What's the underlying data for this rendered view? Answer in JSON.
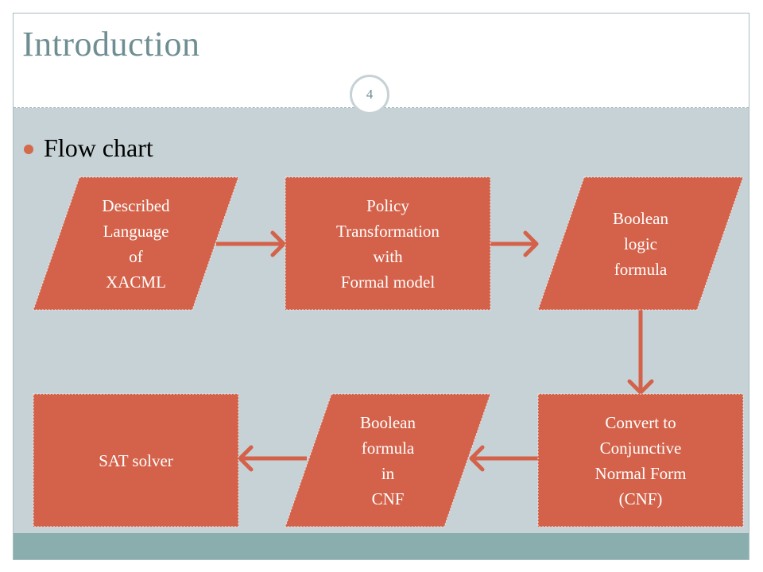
{
  "slide": {
    "title": "Introduction",
    "page_number": "4",
    "bullet": "Flow chart"
  },
  "colors": {
    "box_fill": "#d4624a",
    "arrow": "#d4624a",
    "content_bg": "#c6d2d6",
    "footer_band": "#8aaeae",
    "title_text": "#6e8e92"
  },
  "flowchart": {
    "nodes": [
      {
        "id": "described-language",
        "shape": "parallelogram",
        "label": "Described\nLanguage\nof\nXACML"
      },
      {
        "id": "policy-transformation",
        "shape": "rectangle",
        "label": "Policy\nTransformation\nwith\nFormal model"
      },
      {
        "id": "boolean-logic-formula",
        "shape": "parallelogram",
        "label": "Boolean\nlogic\nformula"
      },
      {
        "id": "convert-to-cnf",
        "shape": "rectangle",
        "label": "Convert  to\nConjunctive\nNormal Form\n(CNF)"
      },
      {
        "id": "boolean-formula-cnf",
        "shape": "parallelogram",
        "label": "Boolean\nformula\nin\nCNF"
      },
      {
        "id": "sat-solver",
        "shape": "rectangle",
        "label": "SAT solver"
      }
    ],
    "edges": [
      {
        "from": "described-language",
        "to": "policy-transformation"
      },
      {
        "from": "policy-transformation",
        "to": "boolean-logic-formula"
      },
      {
        "from": "boolean-logic-formula",
        "to": "convert-to-cnf"
      },
      {
        "from": "convert-to-cnf",
        "to": "boolean-formula-cnf"
      },
      {
        "from": "boolean-formula-cnf",
        "to": "sat-solver"
      }
    ]
  }
}
